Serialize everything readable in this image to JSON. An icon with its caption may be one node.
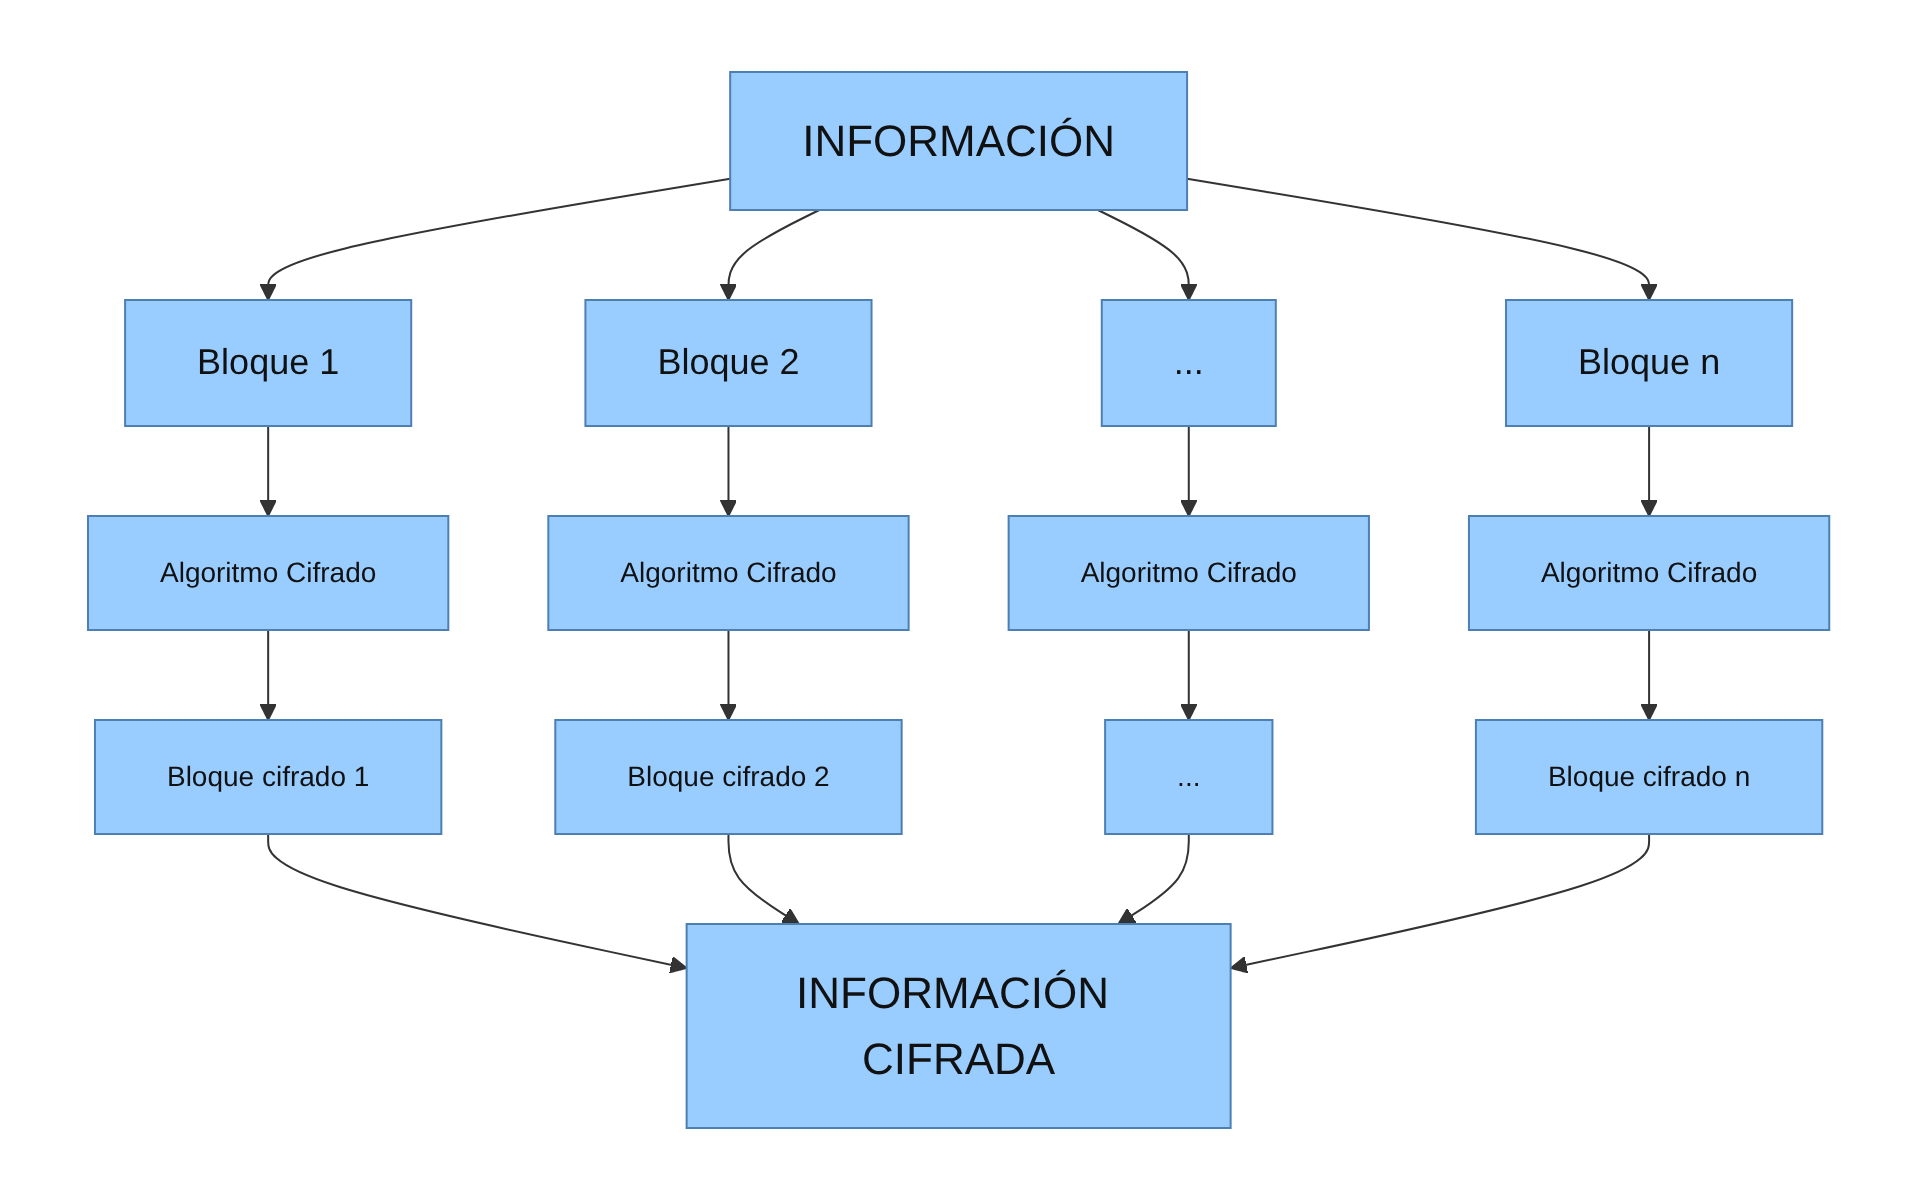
{
  "diagram": {
    "nodes": [
      {
        "text": [
          "INFORMACIÓN"
        ]
      },
      {
        "text": [
          "Bloque 1"
        ]
      },
      {
        "text": [
          "Bloque 2"
        ]
      },
      {
        "text": [
          "..."
        ]
      },
      {
        "text": [
          "Bloque n"
        ]
      },
      {
        "text": [
          "Algoritmo Cifrado"
        ]
      },
      {
        "text": [
          "Algoritmo Cifrado"
        ]
      },
      {
        "text": [
          "Algoritmo Cifrado"
        ]
      },
      {
        "text": [
          "Algoritmo Cifrado"
        ]
      },
      {
        "text": [
          "Bloque cifrado 1"
        ]
      },
      {
        "text": [
          "Bloque cifrado 2"
        ]
      },
      {
        "text": [
          "..."
        ]
      },
      {
        "text": [
          "Bloque cifrado n"
        ]
      },
      {
        "text": [
          "INFORMACIÓN CIFRADA"
        ]
      }
    ],
    "edges": [
      {
        "from": 0,
        "to": 1,
        "arrow": "to"
      },
      {
        "from": 0,
        "to": 2,
        "arrow": "to"
      },
      {
        "from": 0,
        "to": 3,
        "arrow": "to"
      },
      {
        "from": 0,
        "to": 4,
        "arrow": "to"
      },
      {
        "from": 1,
        "to": 5,
        "arrow": "to"
      },
      {
        "from": 2,
        "to": 6,
        "arrow": "to"
      },
      {
        "from": 3,
        "to": 7,
        "arrow": "to"
      },
      {
        "from": 4,
        "to": 8,
        "arrow": "to"
      },
      {
        "from": 5,
        "to": 9,
        "arrow": "to"
      },
      {
        "from": 6,
        "to": 10,
        "arrow": "to"
      },
      {
        "from": 7,
        "to": 11,
        "arrow": "to"
      },
      {
        "from": 8,
        "to": 12,
        "arrow": "to"
      },
      {
        "from": 9,
        "to": 13,
        "arrow": "to"
      },
      {
        "from": 10,
        "to": 13,
        "arrow": "to"
      },
      {
        "from": 11,
        "to": 13,
        "arrow": "to"
      },
      {
        "from": 12,
        "to": 13,
        "arrow": "to"
      }
    ]
  }
}
